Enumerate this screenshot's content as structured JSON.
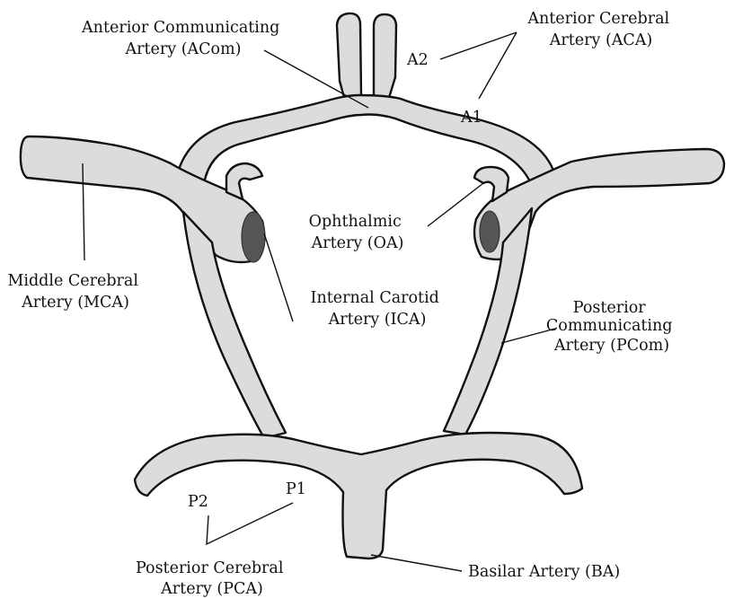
{
  "labels": {
    "acom": [
      "Anterior Communicating",
      "Artery (ACom)"
    ],
    "aca": [
      "Anterior Cerebral",
      "Artery (ACA)"
    ],
    "a2": "A2",
    "a1": "A1",
    "mca": [
      "Middle Cerebral",
      "Artery (MCA)"
    ],
    "oa": [
      "Ophthalmic",
      "Artery (OA)"
    ],
    "ica": [
      "Internal Carotid",
      "Artery (ICA)"
    ],
    "pcom": [
      "Posterior",
      "Communicating",
      "Artery (PCom)"
    ],
    "p1": "P1",
    "p2": "P2",
    "pca": [
      "Posterior Cerebral",
      "Artery (PCA)"
    ],
    "ba": "Basilar Artery (BA)"
  },
  "colors": {
    "vessel_fill": "#dcdcdc",
    "lumen_fill": "#555555",
    "outline": "#111111"
  }
}
